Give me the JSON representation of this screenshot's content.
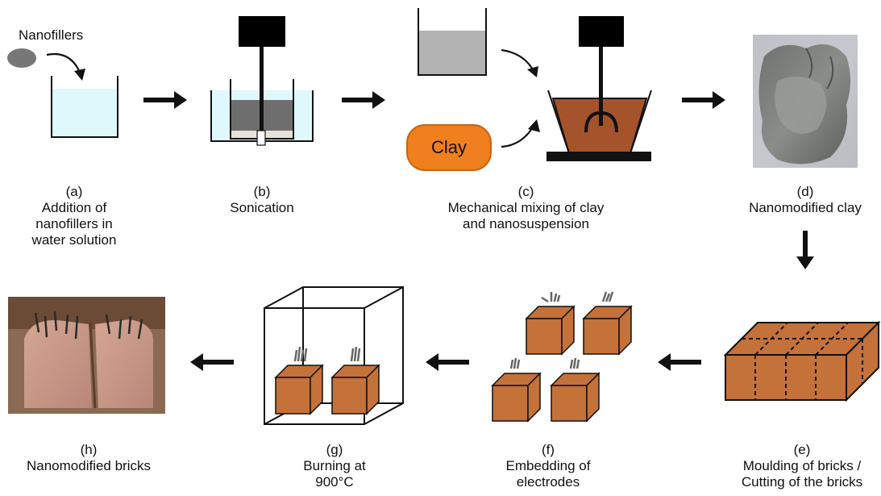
{
  "labels": {
    "nanofillers": "Nanofillers",
    "clay": "Clay"
  },
  "steps": [
    {
      "id": "a",
      "letter": "(a)",
      "lines": [
        "Addition of",
        "nanofillers in",
        "water solution"
      ]
    },
    {
      "id": "b",
      "letter": "(b)",
      "lines": [
        "Sonication"
      ]
    },
    {
      "id": "c",
      "letter": "(c)",
      "lines": [
        "Mechanical mixing of clay",
        "and nanosuspension"
      ]
    },
    {
      "id": "d",
      "letter": "(d)",
      "lines": [
        "Nanomodified clay"
      ]
    },
    {
      "id": "e",
      "letter": "(e)",
      "lines": [
        "Moulding of bricks /",
        "Cutting of the bricks"
      ]
    },
    {
      "id": "f",
      "letter": "(f)",
      "lines": [
        "Embedding of",
        "electrodes"
      ]
    },
    {
      "id": "g",
      "letter": "(g)",
      "lines": [
        "Burning at",
        "900°C"
      ]
    },
    {
      "id": "h",
      "letter": "(h)",
      "lines": [
        "Nanomodified bricks"
      ]
    }
  ],
  "colors": {
    "water": "#dff8fb",
    "dark_liquid": "#6e6e6e",
    "sediment": "#e8e2d6",
    "grey_liquid": "#b3b3b3",
    "clay_orange": "#f07f1e",
    "clay_mix": "#a5532a",
    "brick": "#c4713a",
    "photo_clay": "#7d7f7d",
    "photo_brick": "#c89a86"
  }
}
